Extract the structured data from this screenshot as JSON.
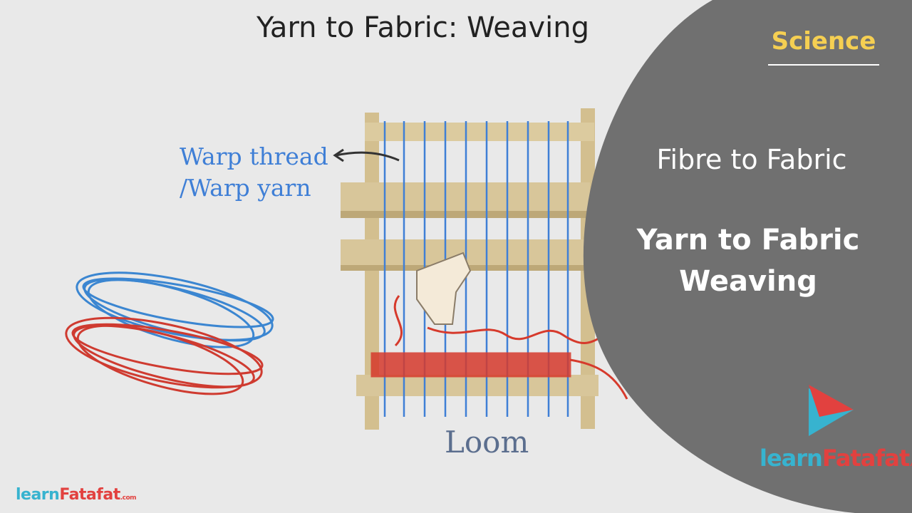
{
  "title": "Yarn to Fabric: Weaving",
  "warp_label_line1": "Warp thread",
  "warp_label_line2": "/Warp yarn",
  "loom_label": "Loom",
  "panel": {
    "category": "Science",
    "chapter": "Fibre to Fabric",
    "topic_line1": "Yarn to Fabric",
    "topic_line2": "Weaving"
  },
  "brand": {
    "part1": "learn",
    "part2": "Fatafat",
    "suffix": ".com"
  },
  "colors": {
    "panel": "#707070",
    "accent": "#f5cf52",
    "warp": "#3f7fd6",
    "weft": "#d63a2c",
    "wood": "#d8c69a"
  }
}
